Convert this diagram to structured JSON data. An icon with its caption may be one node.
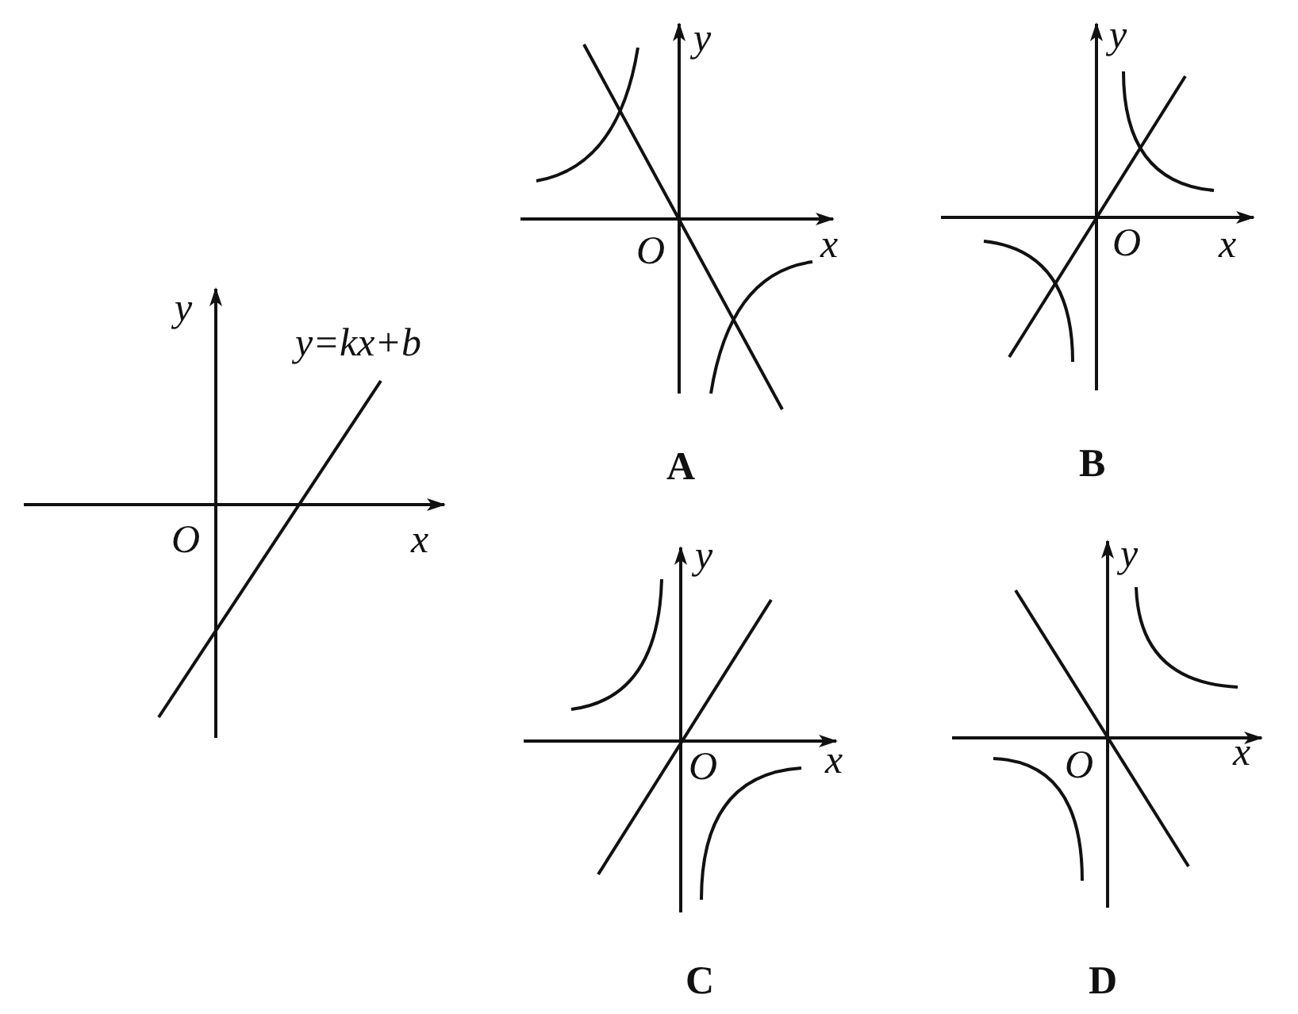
{
  "diagram": {
    "labels": [
      "y",
      "y=kx+b",
      "O",
      "x",
      "y",
      "O",
      "x",
      "A",
      "y",
      "O",
      "x",
      "B",
      "y",
      "O",
      "x",
      "C",
      "y",
      "O",
      "x",
      "D"
    ]
  }
}
